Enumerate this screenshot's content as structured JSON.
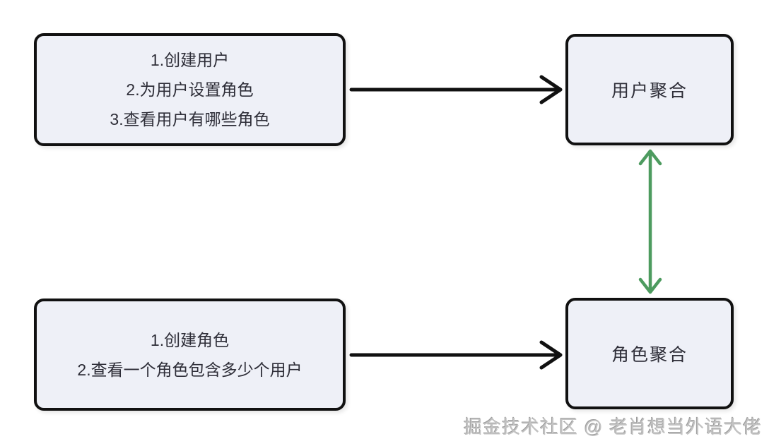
{
  "diagram": {
    "boxes": {
      "user_commands": {
        "lines": [
          "1.创建用户",
          "2.为用户设置角色",
          "3.查看用户有哪些角色"
        ]
      },
      "user_aggregate": {
        "label": "用户聚合"
      },
      "role_commands": {
        "lines": [
          "1.创建角色",
          "2.查看一个角色包含多少个用户"
        ]
      },
      "role_aggregate": {
        "label": "角色聚合"
      }
    },
    "arrows": {
      "user_commands_to_user_aggregate": "black-right-arrow",
      "role_commands_to_role_aggregate": "black-right-arrow",
      "user_aggregate_role_aggregate": "green-double-arrow"
    }
  },
  "colors": {
    "background": "#ffffff",
    "box_fill": "#eef0f7",
    "box_border": "#111111",
    "text": "#2e2e38",
    "arrow_black": "#111111",
    "arrow_green": "#4d9b5f",
    "watermark": "#c3c3c3"
  },
  "watermark": {
    "text": "掘金技术社区 @ 老肖想当外语大佬"
  }
}
